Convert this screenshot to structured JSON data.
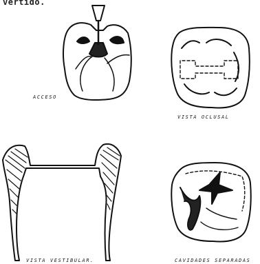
{
  "top_text": "vertido.",
  "labels": {
    "acceso": "ACCESO",
    "vista_oclusal": "VISTA OCLUSAL",
    "vista_vestibular": "VISTA VESTIBULAR.",
    "cavidades_separadas": "CAVIDADES SEPARADAS"
  }
}
